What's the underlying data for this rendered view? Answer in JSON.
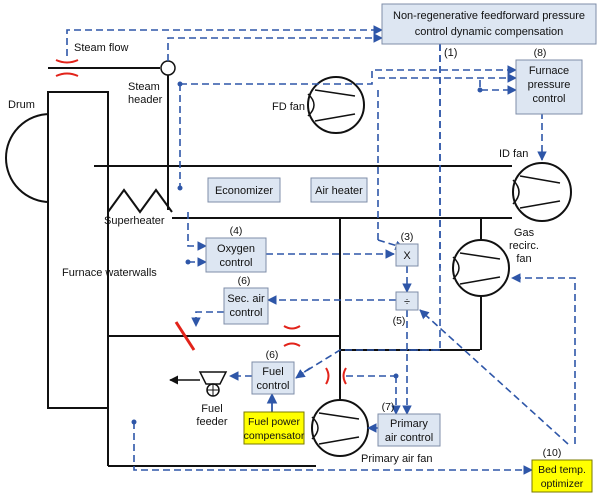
{
  "labels": {
    "steam_flow": "Steam flow",
    "steam_header": "Steam\nheader",
    "drum": "Drum",
    "superheater": "Superheater",
    "furnace_waterwalls": "Furnace waterwalls",
    "fd_fan": "FD fan",
    "id_fan": "ID fan",
    "gas_recirc_fan": "Gas\nrecirc.\nfan",
    "fuel_feeder": "Fuel\nfeeder",
    "primary_air_fan": "Primary air fan"
  },
  "blocks": {
    "nonregen": {
      "text": "Non-regenerative feedforward pressure\ncontrol dynamic compensation"
    },
    "furnace_pressure": {
      "num": "(8)",
      "text": "Furnace\npressure\ncontrol"
    },
    "economizer": {
      "text": "Economizer"
    },
    "air_heater": {
      "text": "Air heater"
    },
    "oxygen": {
      "num": "(4)",
      "text": "Oxygen\ncontrol"
    },
    "sec_air": {
      "num": "(6)",
      "text": "Sec. air\ncontrol"
    },
    "fuel_control": {
      "num": "(6)",
      "text": "Fuel\ncontrol"
    },
    "primary_air": {
      "num": "(7)",
      "text": "Primary\nair control"
    },
    "fuel_power": {
      "text": "Fuel power\ncompensator"
    },
    "bed_temp": {
      "num": "(10)",
      "text": "Bed temp.\noptimizer"
    },
    "multiply": {
      "num": "(3)",
      "text": "X"
    },
    "divide": {
      "num": "(5)",
      "text": "÷"
    }
  },
  "annotations": {
    "n1": "(1)"
  },
  "colors": {
    "signal": "#2e56a8",
    "block_fill": "#dde6f2",
    "highlight": "#ffff00",
    "orifice": "#e2231a"
  }
}
